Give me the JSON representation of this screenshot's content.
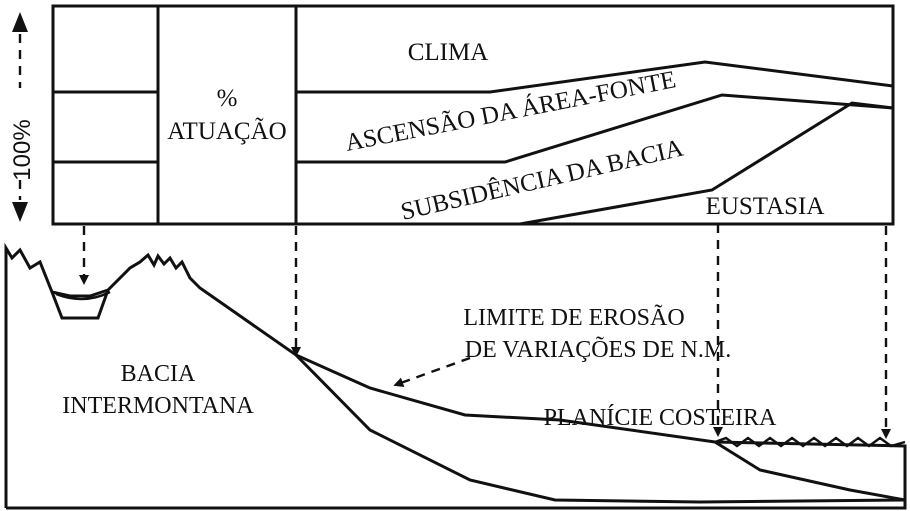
{
  "axis": {
    "label": "100%"
  },
  "chart_box": {
    "percent_header": "%",
    "percent_label": "ATUAÇÃO",
    "bands": {
      "clima": "CLIMA",
      "ascensao": "ASCENSÃO DA ÁREA-FONTE",
      "subsidencia": "SUBSIDÊNCIA DA BACIA",
      "eustasia": "EUSTASIA"
    }
  },
  "profile": {
    "basin_label_line1": "BACIA",
    "basin_label_line2": "INTERMONTANA",
    "erosion_limit_line1": "LIMITE DE EROSÃO",
    "erosion_limit_line2": "DE VARIAÇÕES DE N.M.",
    "coastal_plain": "PLANÍCIE COSTEIRA"
  }
}
